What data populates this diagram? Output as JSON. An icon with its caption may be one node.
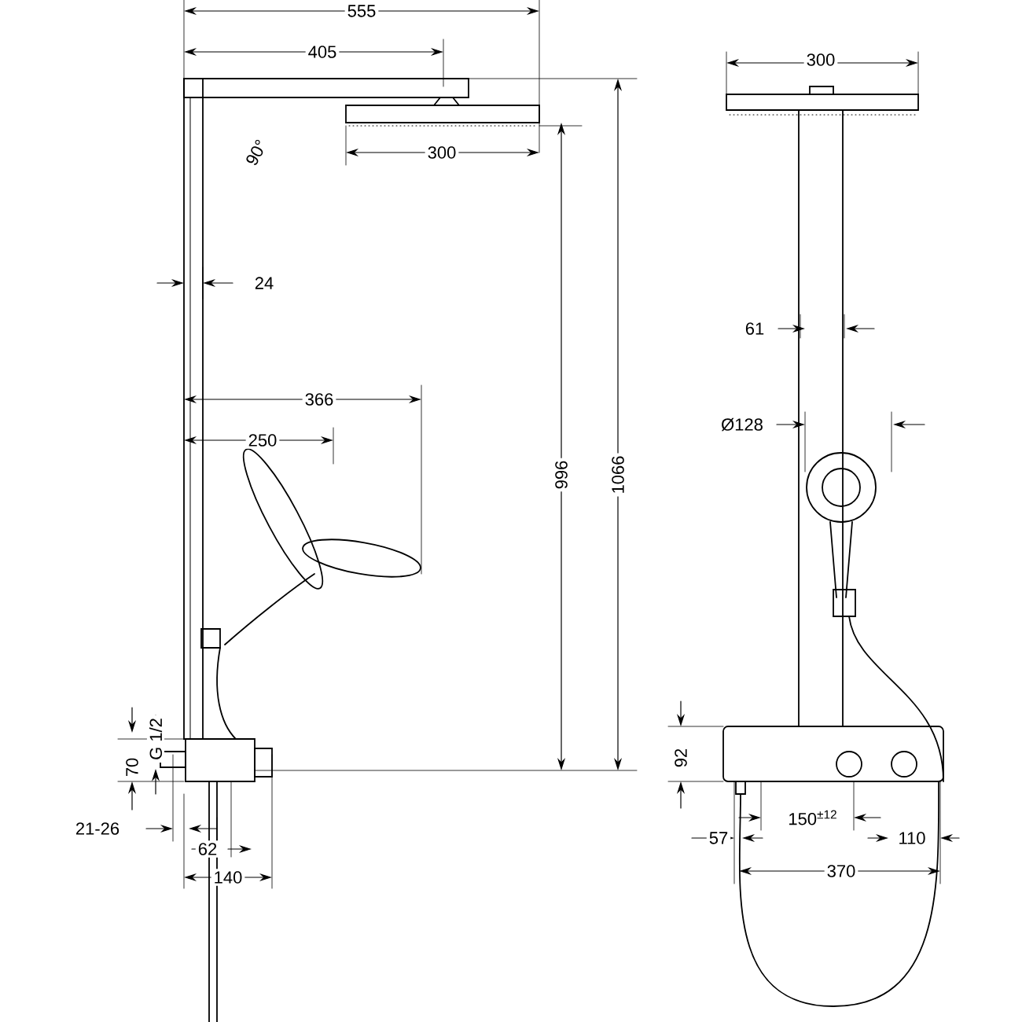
{
  "diagram": {
    "labels": [
      "555",
      "405",
      "300",
      "90°",
      "300",
      "24",
      "366",
      "250",
      "996",
      "1066",
      "61",
      "Ø128",
      "G 1/2",
      "70",
      "92",
      "21-26",
      "150$^{±12}$",
      "110",
      "57",
      "62",
      "370",
      "140"
    ]
  }
}
